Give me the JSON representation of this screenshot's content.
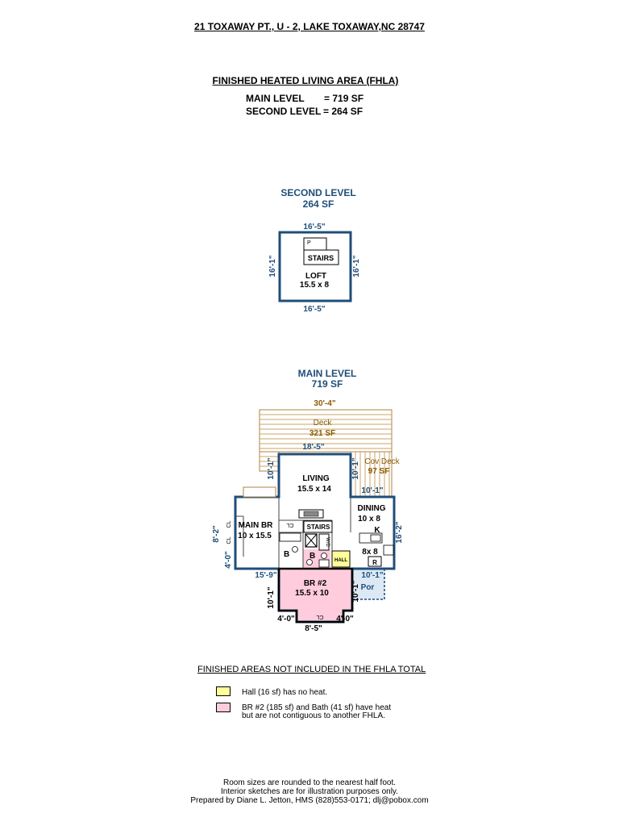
{
  "header": {
    "address": "21 TOXAWAY PT., U - 2, LAKE TOXAWAY,NC 28747",
    "fhla_title": "FINISHED HEATED LIVING AREA (FHLA)",
    "main_level_label": "MAIN LEVEL",
    "main_level_value": "= 719 SF",
    "second_level_label": "SECOND LEVEL",
    "second_level_value": "= 264 SF"
  },
  "second_level": {
    "title": "SECOND LEVEL",
    "area": "264 SF",
    "dim_top": "16'-5\"",
    "dim_bottom": "16'-5\"",
    "dim_left": "16'-1\"",
    "dim_right": "16'-1\"",
    "stairs": "STAIRS",
    "closet_mark": "P",
    "room_name": "LOFT",
    "room_size": "15.5 x 8"
  },
  "main_level": {
    "title": "MAIN LEVEL",
    "area": "719 SF",
    "deck_dim": "30'-4\"",
    "deck_name": "Deck",
    "deck_area": "321 SF",
    "living_top_dim": "18'-5\"",
    "cov_deck_name": "Cov Deck",
    "cov_deck_area": "97 SF",
    "living_name": "LIVING",
    "living_size": "15.5 x 14",
    "living_left_dim": "10'-1\"",
    "living_right_dim": "10'-1\"",
    "cov_bottom_dim": "10'-1\"",
    "dining_name": "DINING",
    "dining_size": "10 x 8",
    "kitchen_name": "K",
    "kitchen_size": "8x 8",
    "range_mark": "R",
    "dining_right_dim": "16'-2\"",
    "main_br_name": "MAIN BR",
    "main_br_size": "10 x 15.5",
    "main_br_dim_upper": "8'-2\"",
    "main_br_dim_lower": "4'-0\"",
    "closet_a": "CL",
    "closet_b": "CL",
    "closet_c": "CL",
    "closet_d": "CL",
    "stairs": "STAIRS",
    "wd": "W/D",
    "bath_b1": "B",
    "bath_b2": "B",
    "hall": "HALL",
    "br2_name": "BR #2",
    "br2_size": "15.5 x 10",
    "br2_top_dim": "15'-9\"",
    "br2_left_dim": "10'-1\"",
    "br2_right_dim": "10'-1\"",
    "porch_name": "Por",
    "porch_top_dim": "10'-1\"",
    "bump_left_dim": "4'-0\"",
    "bump_right_dim": "4'-0\"",
    "bottom_dim": "8'-5\""
  },
  "legend": {
    "title": "FINISHED AREAS NOT INCLUDED IN THE FHLA TOTAL",
    "items": [
      {
        "color": "#ffff99",
        "text": "Hall (16 sf) has no heat."
      },
      {
        "color": "#ffccdd",
        "text_line1": "BR #2 (185 sf) and Bath (41 sf) have heat",
        "text_line2": "but are not contiguous to another FHLA."
      }
    ]
  },
  "footer": {
    "line1": "Room sizes are rounded to the nearest  half foot.",
    "line2": "Interior sketches are for illustration purposes only.",
    "line3": "Prepared by Diane L. Jetton, HMS (828)553-0171; dlj@pobox.com"
  },
  "colors": {
    "wall": "#1f4e79",
    "deck": "#b08040",
    "deck_text": "#8b5a00",
    "blue_text": "#1f4e79",
    "pink": "#ffccdd",
    "yellow": "#ffff99",
    "porch": "#dce9f5"
  }
}
